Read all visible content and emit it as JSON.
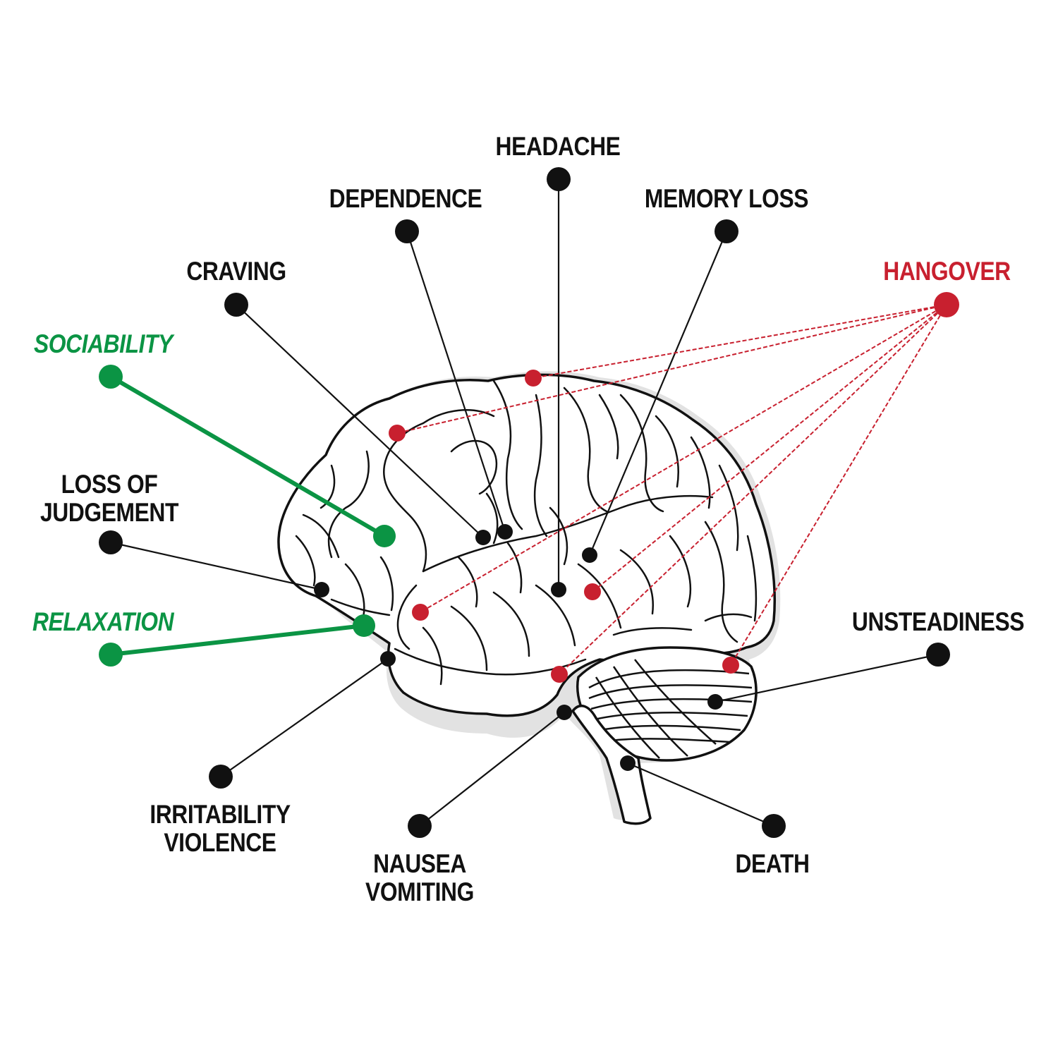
{
  "colors": {
    "black": "#111111",
    "green": "#0b9444",
    "red": "#c8202f",
    "brain_fill": "#ffffff",
    "brain_shadow": "#e2e2e2"
  },
  "labels": {
    "headache": "HEADACHE",
    "dependence": "DEPENDENCE",
    "memory_loss": "MEMORY LOSS",
    "craving": "CRAVING",
    "hangover": "HANGOVER",
    "sociability": "SOCIABILITY",
    "loss_of_judgement": [
      "LOSS OF",
      "JUDGEMENT"
    ],
    "relaxation": "RELAXATION",
    "unsteadiness": "UNSTEADINESS",
    "irritability_violence": [
      "IRRITABILITY",
      "VIOLENCE"
    ],
    "nausea_vomiting": [
      "NAUSEA",
      "VOMITING"
    ],
    "death": "DEATH"
  }
}
